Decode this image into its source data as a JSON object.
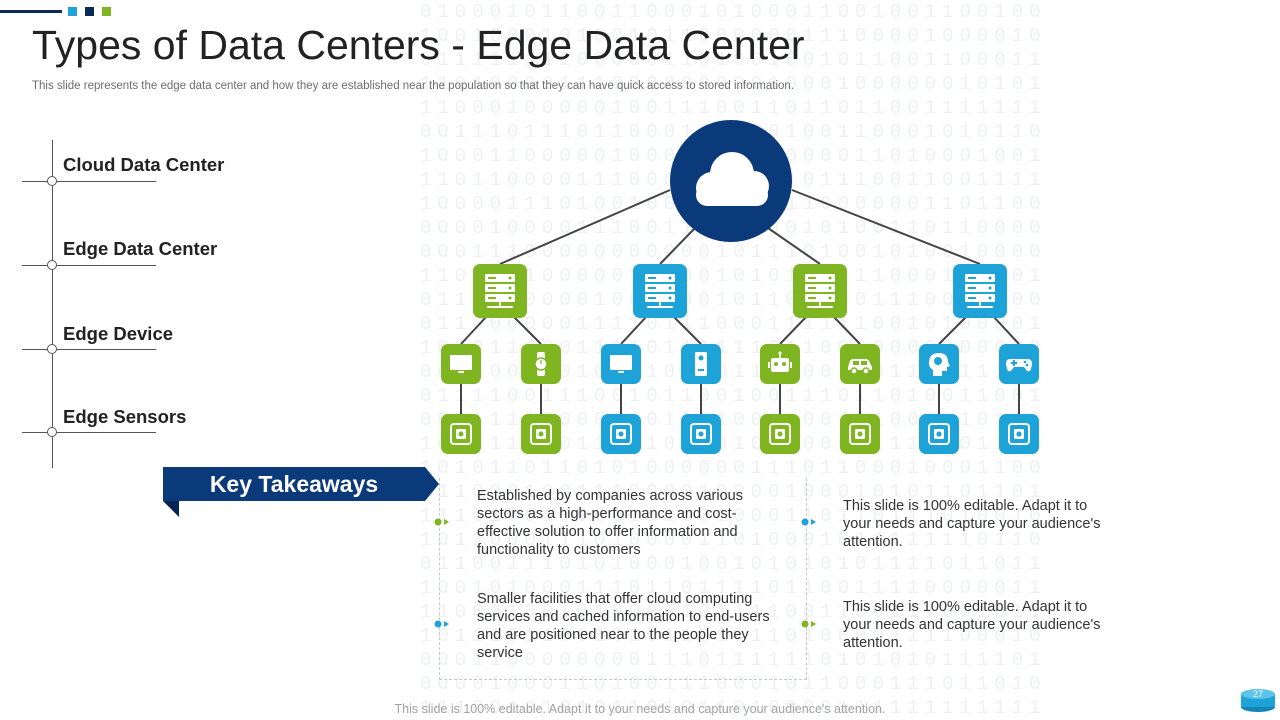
{
  "slide": {
    "title": "Types of Data Centers - Edge Data Center",
    "subtitle": "This slide represents the edge data center and how they are established near the population so that they can have quick access to stored information.",
    "footer": "This slide is 100% editable. Adapt it to your needs and capture your audience's attention.",
    "page_number": "27"
  },
  "colors": {
    "navy": "#0b3a7a",
    "green": "#7fb520",
    "blue": "#1ea3d9"
  },
  "timeline": {
    "items": [
      {
        "label": "Cloud Data Center"
      },
      {
        "label": "Edge Data Center"
      },
      {
        "label": "Edge Device"
      },
      {
        "label": "Edge Sensors"
      }
    ]
  },
  "diagram": {
    "root_icon": "cloud-icon",
    "servers": [
      {
        "color": "green",
        "icon": "server-icon"
      },
      {
        "color": "blue",
        "icon": "server-icon"
      },
      {
        "color": "green",
        "icon": "server-icon"
      },
      {
        "color": "blue",
        "icon": "server-icon"
      }
    ],
    "devices": [
      {
        "color": "green",
        "icon": "monitor-icon"
      },
      {
        "color": "green",
        "icon": "smartwatch-icon"
      },
      {
        "color": "blue",
        "icon": "monitor-icon"
      },
      {
        "color": "blue",
        "icon": "tower-pc-icon"
      },
      {
        "color": "green",
        "icon": "robot-icon"
      },
      {
        "color": "green",
        "icon": "car-icon"
      },
      {
        "color": "blue",
        "icon": "head-brain-icon"
      },
      {
        "color": "blue",
        "icon": "gamepad-icon"
      }
    ],
    "sensor_icon": "chip-sensor-icon"
  },
  "takeaways": {
    "heading": "Key Takeaways",
    "items": [
      {
        "text": "Established by companies across various sectors as a high-performance and cost-effective solution to offer information and functionality to customers"
      },
      {
        "text": "Smaller facilities that offer cloud computing services and cached information to end-users and are positioned near to the people they service"
      },
      {
        "text": "This slide is 100% editable. Adapt it to your needs and capture your audience's attention."
      },
      {
        "text": "This slide is 100% editable. Adapt it to your needs and capture your audience's attention."
      }
    ]
  }
}
